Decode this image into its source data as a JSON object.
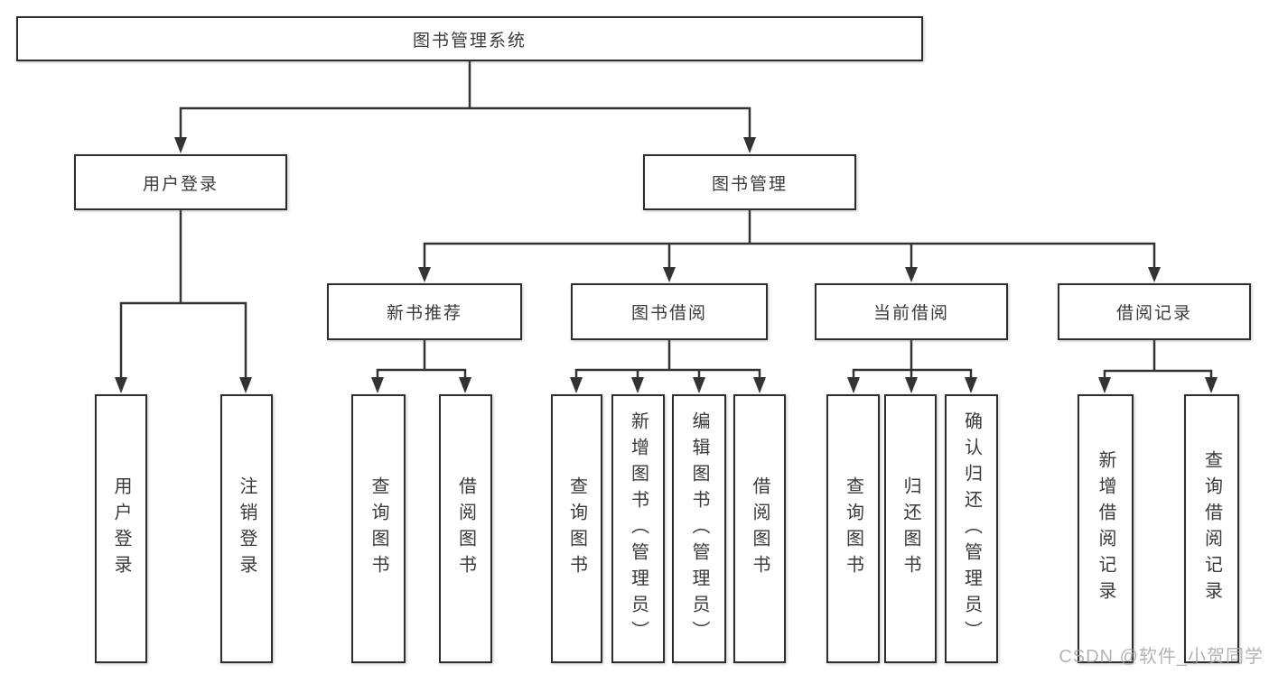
{
  "tree": {
    "root": {
      "label": "图书管理系统"
    },
    "branches": [
      {
        "label": "用户登录",
        "children": [
          {
            "label": "用户登录"
          },
          {
            "label": "注销登录"
          }
        ]
      },
      {
        "label": "图书管理",
        "children": [
          {
            "label": "新书推荐",
            "children": [
              {
                "label": "查询图书"
              },
              {
                "label": "借阅图书"
              }
            ]
          },
          {
            "label": "图书借阅",
            "children": [
              {
                "label": "查询图书"
              },
              {
                "label": "新增图书（管理员）"
              },
              {
                "label": "编辑图书（管理员）"
              },
              {
                "label": "借阅图书"
              }
            ]
          },
          {
            "label": "当前借阅",
            "children": [
              {
                "label": "查询图书"
              },
              {
                "label": "归还图书"
              },
              {
                "label": "确认归还（管理员）"
              }
            ]
          },
          {
            "label": "借阅记录",
            "children": [
              {
                "label": "新增借阅记录"
              },
              {
                "label": "查询借阅记录"
              }
            ]
          }
        ]
      }
    ]
  },
  "watermark": {
    "text": "CSDN @软件_小贺同学"
  },
  "colors": {
    "line": "#333333",
    "box_border": "#2d2d2d",
    "box_fill": "#ffffff",
    "text": "#3a3a3a",
    "watermark": "rgba(160,160,160,0.8)"
  }
}
